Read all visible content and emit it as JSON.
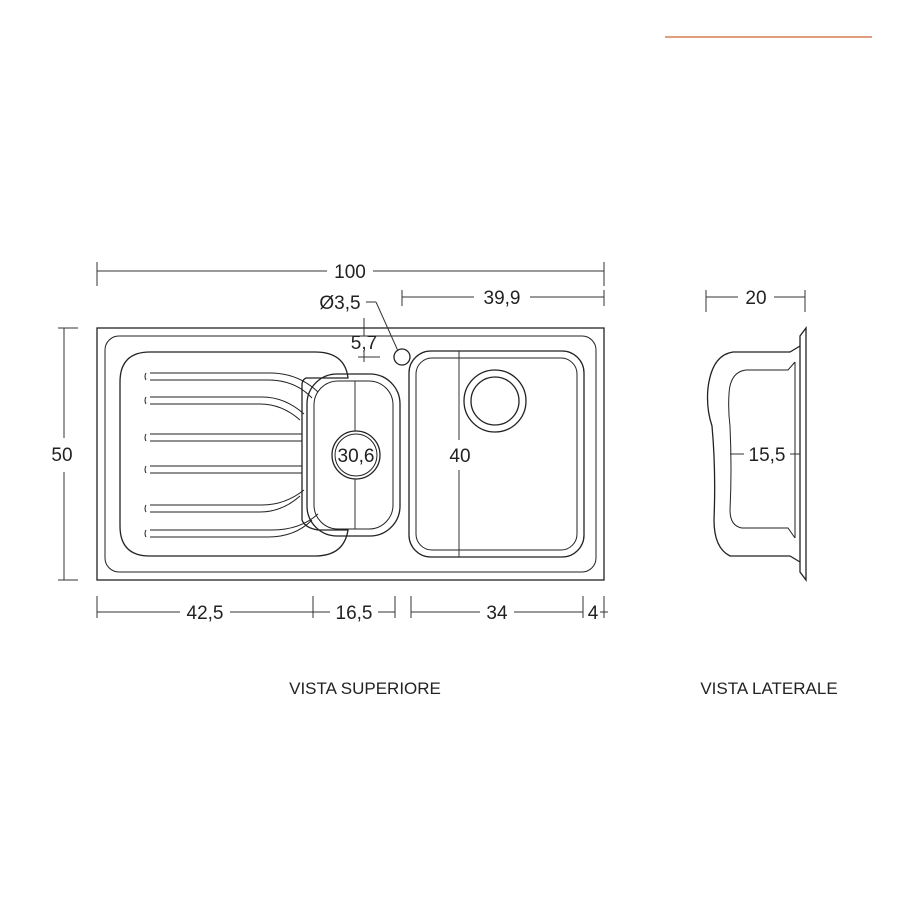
{
  "accent_line_color": "#e0a080",
  "top_view": {
    "caption": "VISTA SUPERIORE",
    "dims": {
      "overall_width": "100",
      "small_bowl_offset": "39,9",
      "tap_hole_diameter": "Ø3,5",
      "tap_hole_offset": "5,7",
      "overall_depth": "50",
      "small_bowl_height": "30,6",
      "main_bowl_height": "40",
      "drainer_width": "42,5",
      "small_bowl_width": "16,5",
      "main_bowl_width": "34",
      "right_margin": "4"
    }
  },
  "side_view": {
    "caption": "VISTA LATERALE",
    "dims": {
      "depth": "20",
      "bowl_depth": "15,5"
    }
  }
}
